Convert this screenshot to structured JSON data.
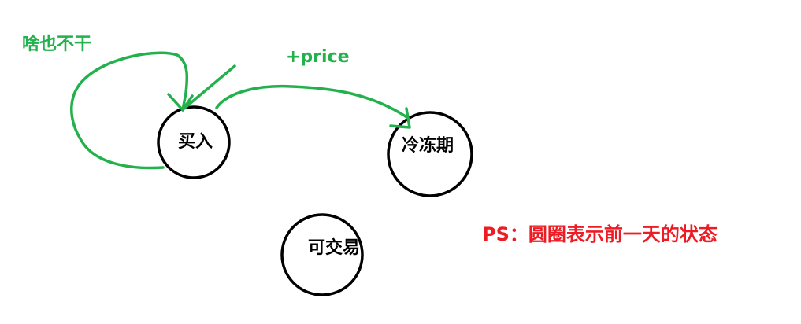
{
  "states": {
    "buy": "买入",
    "frozen": "冷冻期",
    "tradable": "可交易"
  },
  "transitions": {
    "buy_self_loop": "啥也不干",
    "buy_to_frozen": "+price"
  },
  "note": "PS：圆圈表示前一天的状态",
  "colors": {
    "circle": "#000000",
    "arrow": "#22b14c",
    "note": "#ed1c24"
  }
}
